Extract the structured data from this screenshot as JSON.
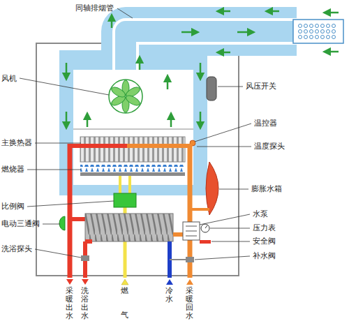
{
  "diagram": {
    "labels": [
      "同轴排烟管",
      "风机",
      "风压开关",
      "温控器",
      "主换热器",
      "温度探头",
      "燃烧器",
      "膨胀水箱",
      "比例阀",
      "水泵",
      "电动三通阀",
      "压力表",
      "安全阀",
      "洗浴探头",
      "补水阀",
      "采暖出水",
      "洗浴出水",
      "燃",
      "气",
      "冷水",
      "采暖回水"
    ]
  }
}
